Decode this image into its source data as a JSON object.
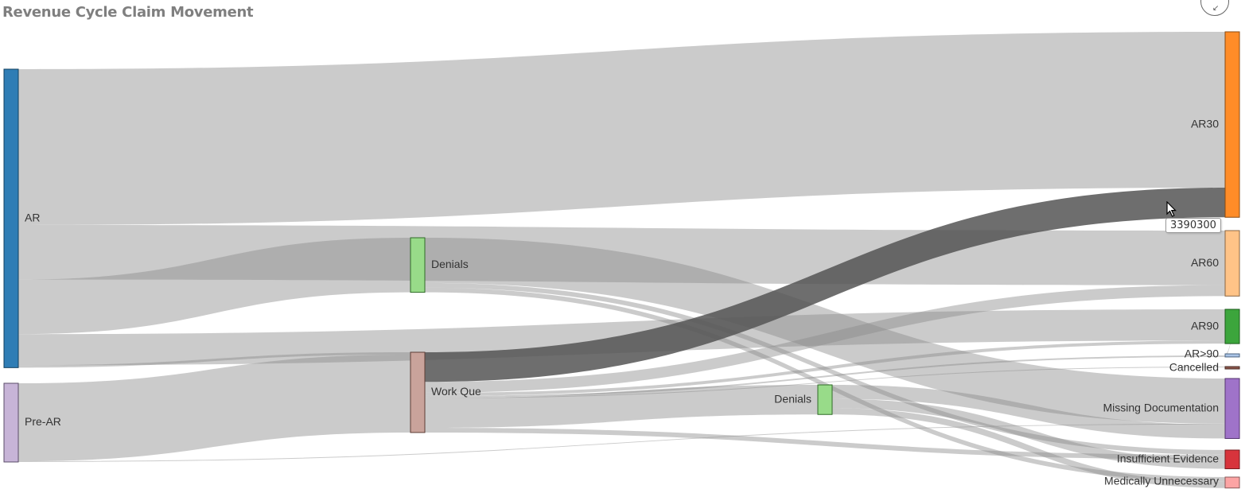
{
  "title": "Revenue Cycle Claim Movement",
  "tooltip": {
    "value": "3390300"
  },
  "icons": {
    "collapse": "collapse-icon",
    "cursor": "mouse-pointer-icon"
  },
  "chart_data": {
    "type": "sankey",
    "title": "Revenue Cycle Claim Movement",
    "nodes": [
      {
        "id": "ar",
        "label": "AR",
        "color": "#2f7db5",
        "stroke": "#12405f",
        "column": 0
      },
      {
        "id": "prear",
        "label": "Pre-AR",
        "color": "#c7b4d7",
        "stroke": "#5b4d69",
        "column": 0
      },
      {
        "id": "denials1",
        "label": "Denials",
        "color": "#98db89",
        "stroke": "#2f6b27",
        "column": 1
      },
      {
        "id": "workque",
        "label": "Work Que",
        "color": "#c9a39b",
        "stroke": "#5d3d36",
        "column": 1
      },
      {
        "id": "denials2",
        "label": "Denials",
        "color": "#98db89",
        "stroke": "#2f6b27",
        "column": 2
      },
      {
        "id": "ar30",
        "label": "AR30",
        "color": "#ff8c28",
        "stroke": "#8a4a10",
        "column": 3
      },
      {
        "id": "ar60",
        "label": "AR60",
        "color": "#ffc387",
        "stroke": "#8a6440",
        "column": 3
      },
      {
        "id": "ar90",
        "label": "AR90",
        "color": "#3ca53c",
        "stroke": "#1b5a1b",
        "column": 3
      },
      {
        "id": "ar90p",
        "label": "AR>90",
        "color": "#a9c3e6",
        "stroke": "#4d6480",
        "column": 3
      },
      {
        "id": "cancel",
        "label": "Cancelled",
        "color": "#8c564b",
        "stroke": "#4a2d27",
        "column": 3
      },
      {
        "id": "missdoc",
        "label": "Missing Documentation",
        "color": "#9f73c9",
        "stroke": "#54356f",
        "column": 3
      },
      {
        "id": "insuff",
        "label": "Insufficient Evidence",
        "color": "#d7343c",
        "stroke": "#761c20",
        "column": 3
      },
      {
        "id": "medun",
        "label": "Medically Unnecessary",
        "color": "#fca4a4",
        "stroke": "#8a5a5a",
        "column": 3
      }
    ],
    "links": [
      {
        "source": "ar",
        "target": "ar30",
        "value": 200
      },
      {
        "source": "ar",
        "target": "ar60",
        "value": 70
      },
      {
        "source": "ar",
        "target": "denials1",
        "value": 70
      },
      {
        "source": "ar",
        "target": "ar90",
        "value": 40
      },
      {
        "source": "ar",
        "target": "workque",
        "value": 3
      },
      {
        "source": "prear",
        "target": "workque",
        "value": 100
      },
      {
        "source": "prear",
        "target": "missdoc",
        "value": 1
      },
      {
        "source": "denials1",
        "target": "missdoc",
        "value": 58
      },
      {
        "source": "denials1",
        "target": "insuff",
        "value": 6
      },
      {
        "source": "denials1",
        "target": "medun",
        "value": 6
      },
      {
        "source": "workque",
        "target": "ar30",
        "value": 38,
        "highlight": true,
        "tooltip": "3390300"
      },
      {
        "source": "workque",
        "target": "ar60",
        "value": 14
      },
      {
        "source": "workque",
        "target": "ar90",
        "value": 4
      },
      {
        "source": "workque",
        "target": "ar90p",
        "value": 2
      },
      {
        "source": "workque",
        "target": "cancel",
        "value": 1
      },
      {
        "source": "workque",
        "target": "denials2",
        "value": 38
      },
      {
        "source": "workque",
        "target": "insuff",
        "value": 6
      },
      {
        "source": "denials2",
        "target": "missdoc",
        "value": 18
      },
      {
        "source": "denials2",
        "target": "insuff",
        "value": 12
      },
      {
        "source": "denials2",
        "target": "medun",
        "value": 8
      },
      {
        "source": "ar90",
        "target": "ar90p",
        "value": 2
      }
    ]
  }
}
